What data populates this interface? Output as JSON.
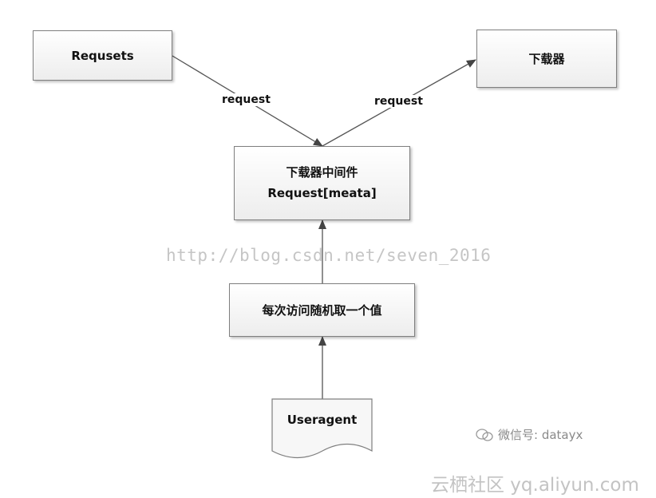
{
  "nodes": {
    "requsets": "Requsets",
    "downloader": "下载器",
    "middleware_line1": "下载器中间件",
    "middleware_line2": "Request[meata]",
    "random": "每次访问随机取一个值",
    "useragent": "Useragent"
  },
  "edges": {
    "left_label": "request",
    "right_label": "request"
  },
  "watermarks": {
    "url": "http://blog.csdn.net/seven_2016",
    "wechat": "微信号: datayx",
    "site": "云栖社区 yq.aliyun.com"
  }
}
